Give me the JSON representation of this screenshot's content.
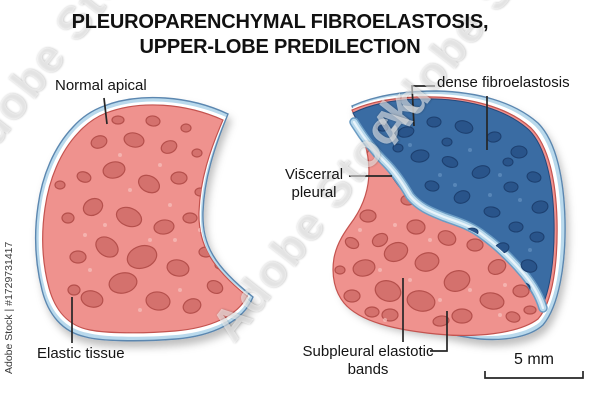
{
  "title": {
    "line1": "PLEUROPARENCHYMAL FIBROELASTOSIS,",
    "line2": "UPPER-LOBE PREDILECTION"
  },
  "labels": {
    "normal_apical": "Normal apical",
    "dense_fibroelastosis": "dense fibroelastosis",
    "visceral_pleural_line1": "Vis̄cerral",
    "visceral_pleural_line2": "pleural",
    "elastic_tissue": "Elastic tissue",
    "subpleural_line1": "Subpleural elastotic",
    "subpleural_line2": "bands",
    "scale_bar": "5 mm"
  },
  "watermark": {
    "vertical": "Adobe Stock | #1729731417",
    "diagonal": "Adobe Stock"
  },
  "colors": {
    "pink_body": "#ef928e",
    "pink_outline": "#c4534f",
    "blue_tissue": "#3a6ca3",
    "pleura": "#b9d9ec",
    "pleura_edge": "#6b9cc4",
    "white_gap": "#ffffff",
    "label_text": "#141414"
  }
}
